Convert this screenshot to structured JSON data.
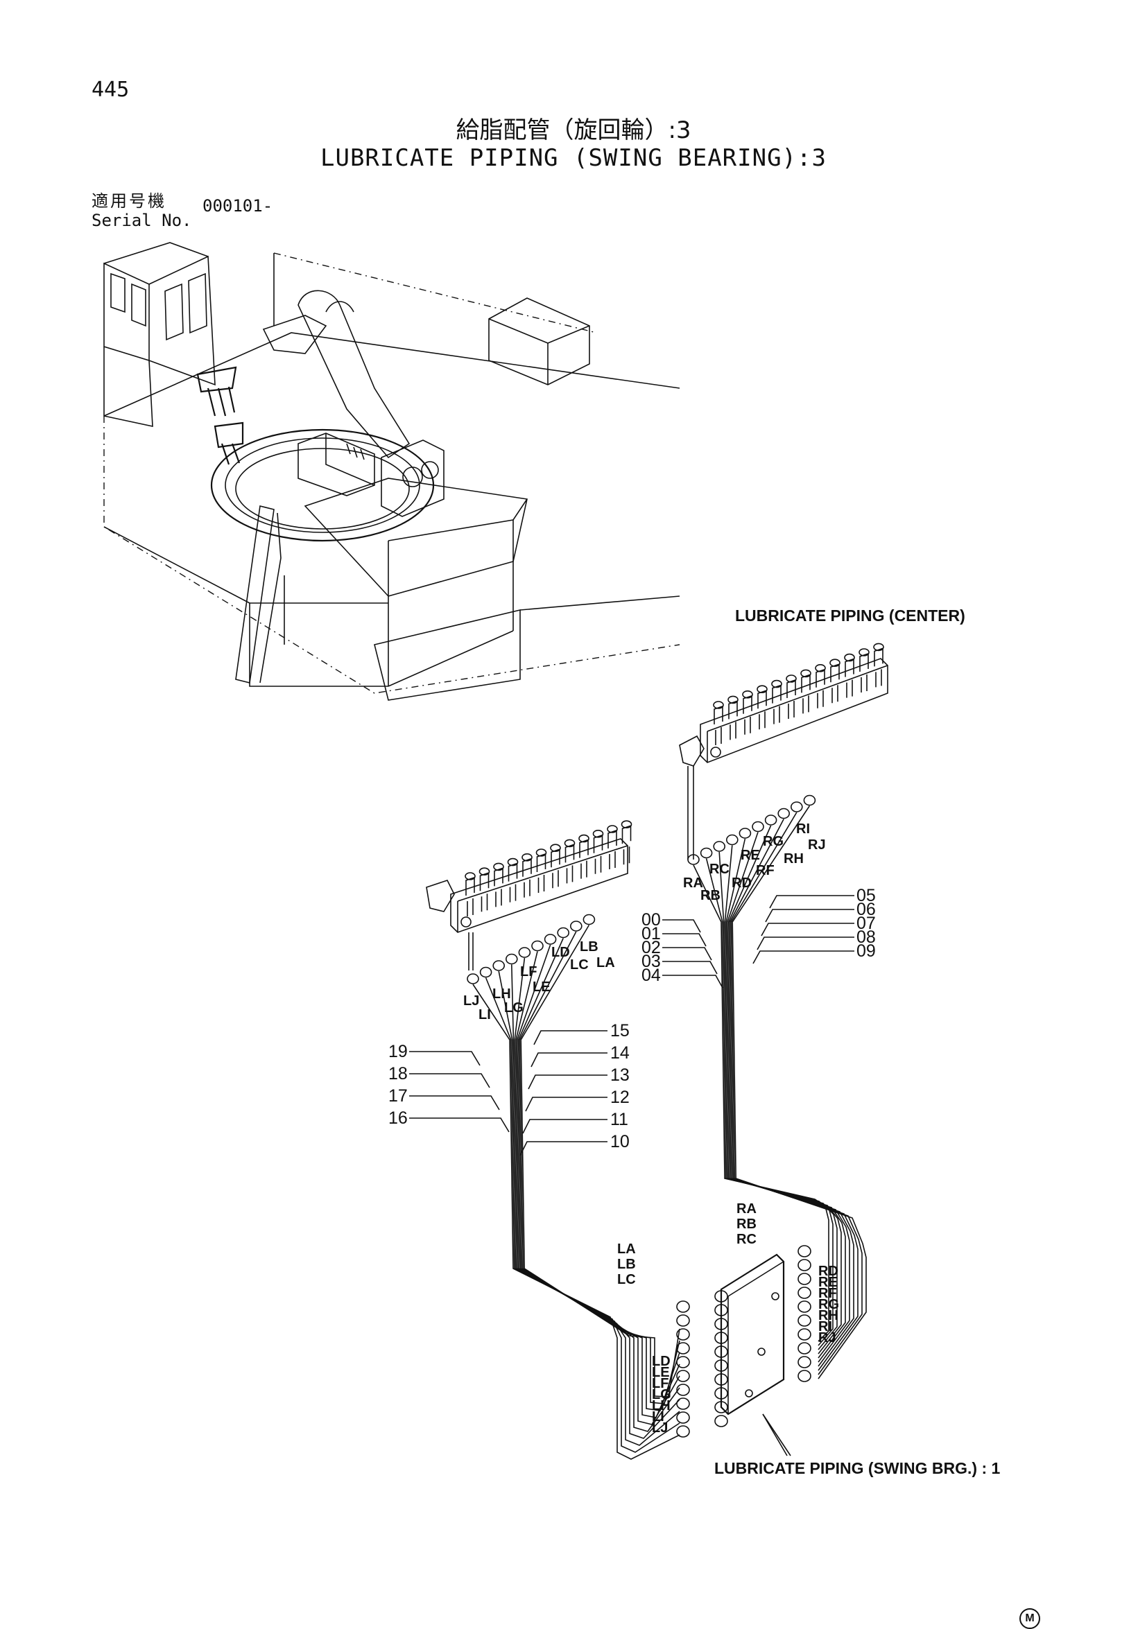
{
  "page": {
    "number": "445",
    "title_ja": "給脂配管（旋回輪）:3",
    "title_en": "LUBRICATE PIPING (SWING BEARING):3",
    "serial_label_ja": "適用号機",
    "serial_label_en": "Serial No.",
    "serial_value": "000101-",
    "maker_mark": "M"
  },
  "callouts": {
    "center": "LUBRICATE PIPING (CENTER)",
    "swing": "LUBRICATE PIPING (SWING BRG.) : 1"
  },
  "pipe_labels": {
    "right_top": [
      "RA",
      "RB",
      "RC",
      "RD",
      "RE",
      "RF",
      "RG",
      "RH",
      "RI",
      "RJ"
    ],
    "left_top": [
      "LA",
      "LB",
      "LC",
      "LD",
      "LE",
      "LF",
      "LG",
      "LH",
      "LI",
      "LJ"
    ],
    "right_bottom": [
      "RA",
      "RB",
      "RC",
      "RD",
      "RE",
      "RF",
      "RG",
      "RH",
      "RI",
      "RJ"
    ],
    "left_bottom": [
      "LA",
      "LB",
      "LC",
      "LD",
      "LE",
      "LF",
      "LG",
      "LH",
      "LI",
      "LJ"
    ]
  },
  "part_numbers": {
    "right_left": [
      "00",
      "01",
      "02",
      "03",
      "04"
    ],
    "right_right": [
      "05",
      "06",
      "07",
      "08",
      "09"
    ],
    "left_left": [
      "19",
      "18",
      "17",
      "16"
    ],
    "left_right": [
      "15",
      "14",
      "13",
      "12",
      "11",
      "10"
    ]
  },
  "icons": {
    "machine": "excavator-upper-structure-illustration",
    "manifolds": "grease-distribution-manifold",
    "block": "swing-bearing-lube-block"
  }
}
